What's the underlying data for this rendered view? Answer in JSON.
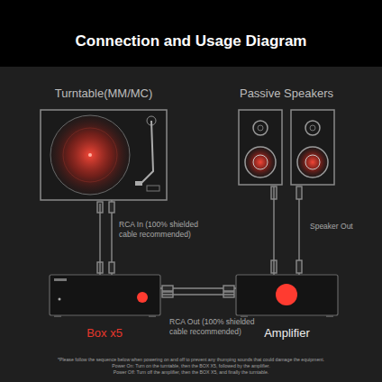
{
  "diagram": {
    "title": "Connection and Usage Diagram",
    "nodes": [
      {
        "text": [
          "Turntable(MM/MC)"
        ]
      },
      {
        "text": [
          "Passive Speakers"
        ]
      },
      {
        "text": [
          "Box x5"
        ]
      },
      {
        "text": [
          "Amplifier"
        ]
      }
    ],
    "edges": [
      {
        "from": 0,
        "to": 2,
        "label": "RCA In (100% shielded cable recommended)",
        "arrow": "none"
      },
      {
        "from": 2,
        "to": 3,
        "label": "RCA Out (100% shielded cable recommended)",
        "arrow": "none"
      },
      {
        "from": 3,
        "to": 1,
        "label": "Speaker Out",
        "arrow": "none"
      }
    ],
    "labels": [
      "*Please follow the sequence below when powering on and off to prevent any thumping sounds that could damage the equipment.",
      "Power On: Turn on the turntable, then the BOX X5, followed by the amplifier.",
      "Power Off: Turn off the amplifier, then the BOX X5, and finally the turntable."
    ]
  }
}
